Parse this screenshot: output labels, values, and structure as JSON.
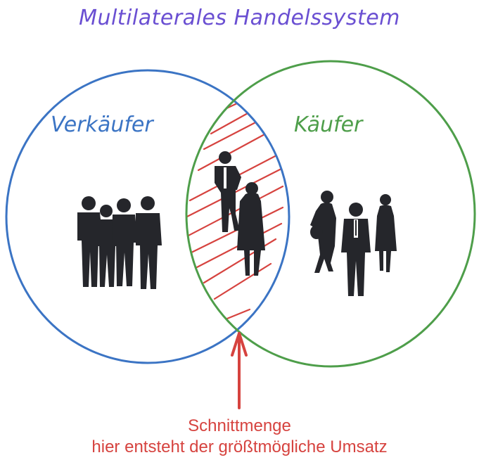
{
  "title": "Multilaterales Handelssystem",
  "sets": [
    {
      "label": "Verkäufer",
      "color": "#3b74c4"
    },
    {
      "label": "Käufer",
      "color": "#4e9e4a"
    }
  ],
  "intersection": {
    "hatch_color": "#d6433f",
    "caption_line1": "Schnittmenge",
    "caption_line2": "hier entsteht der größtmögliche Umsatz"
  },
  "colors": {
    "title": "#6a4fd2",
    "silhouette": "#25262b",
    "arrow": "#d6433f"
  }
}
